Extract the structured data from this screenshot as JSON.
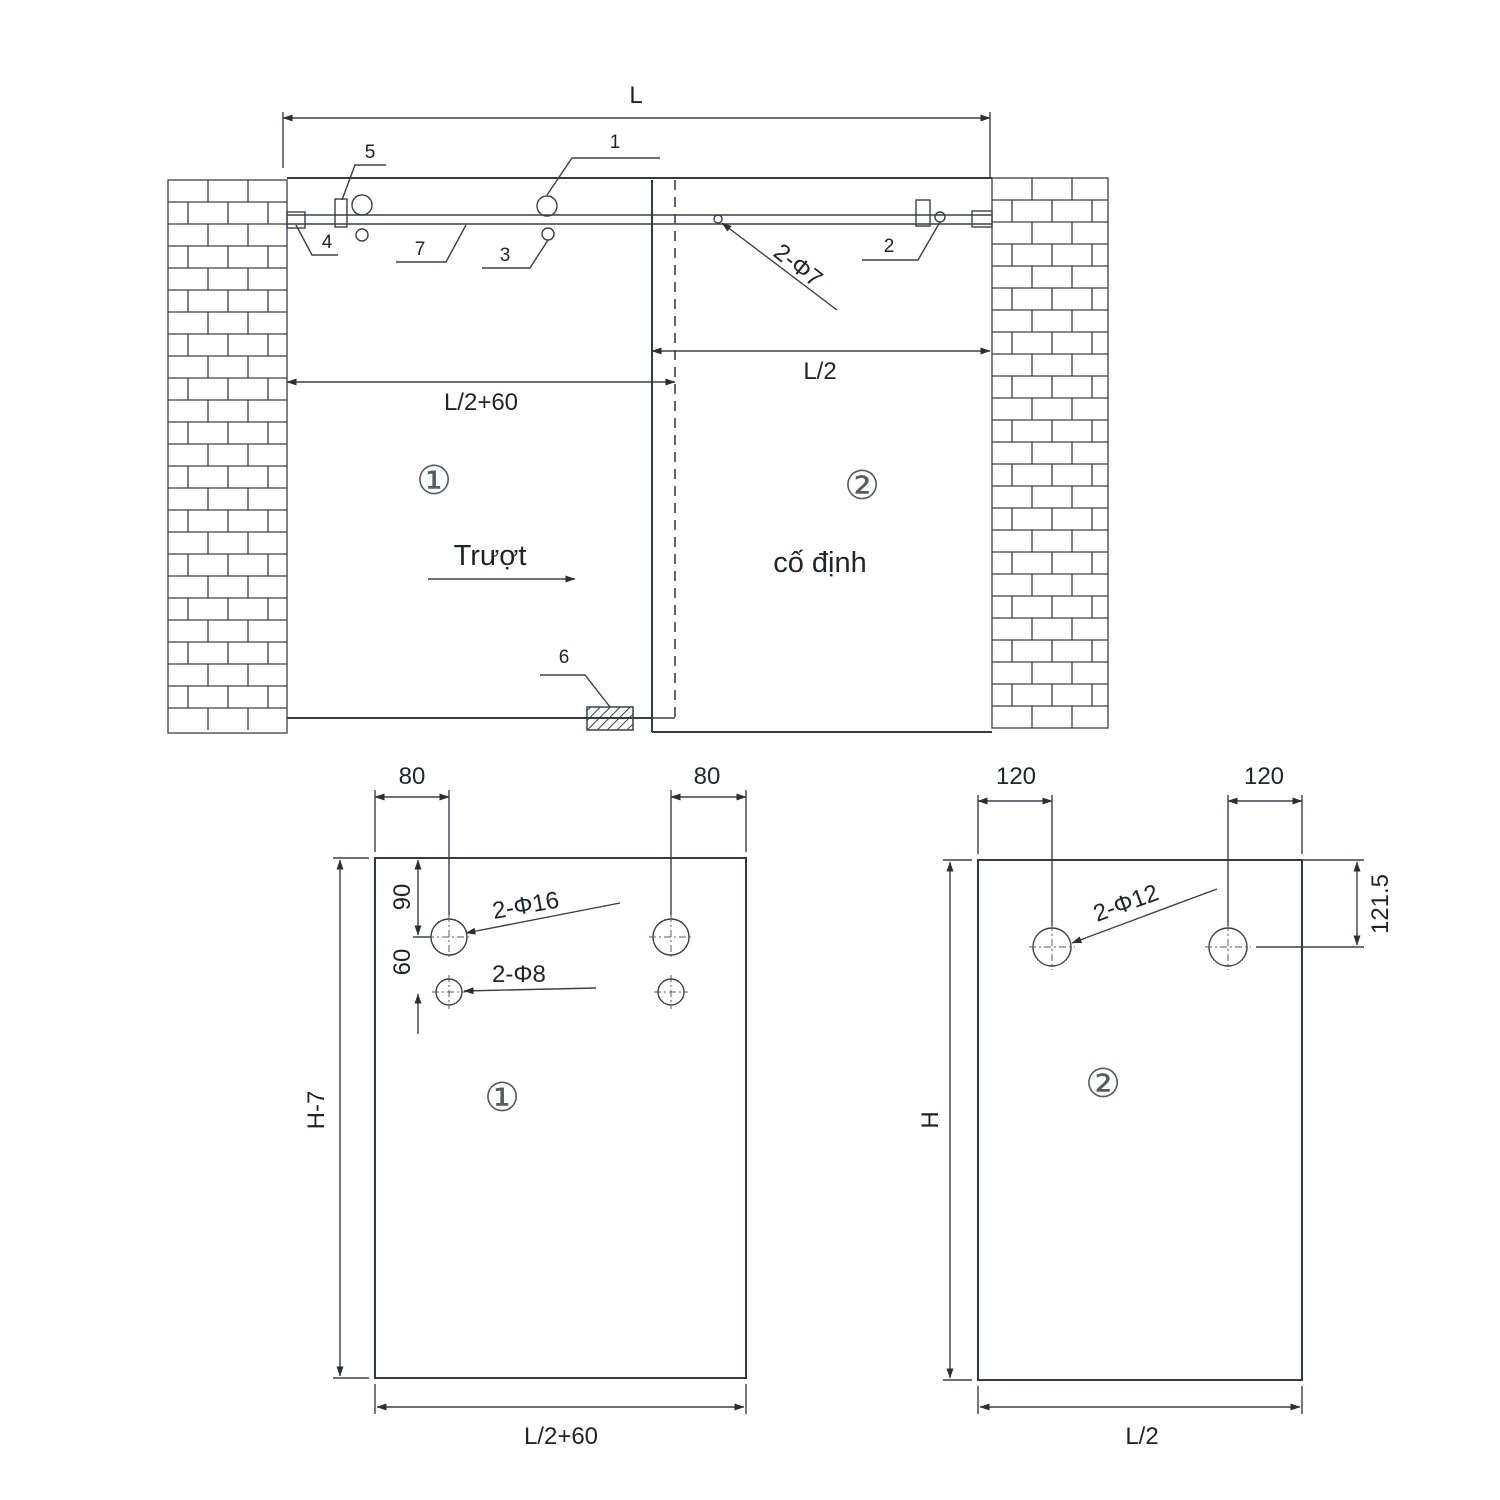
{
  "top_view": {
    "overall_width": "L",
    "sliding_panel_width": "L/2+60",
    "fixed_panel_width": "L/2",
    "panel1_mark": "①",
    "panel2_mark": "②",
    "slide_text": "Trượt",
    "fixed_text": "cố định",
    "hole_callout": "2-Φ7",
    "part_numbers": [
      "1",
      "2",
      "3",
      "4",
      "5",
      "6",
      "7"
    ]
  },
  "panel1": {
    "mark": "①",
    "top_left_offset": "80",
    "top_right_offset": "80",
    "hole_vertical_offset": "90",
    "hole_spacing": "60",
    "large_hole_callout": "2-Φ16",
    "small_hole_callout": "2-Φ8",
    "height": "H-7",
    "width": "L/2+60"
  },
  "panel2": {
    "mark": "②",
    "top_left_offset": "120",
    "top_right_offset": "120",
    "hole_vertical_offset": "121.5",
    "hole_callout": "2-Φ12",
    "height": "H",
    "width": "L/2"
  }
}
